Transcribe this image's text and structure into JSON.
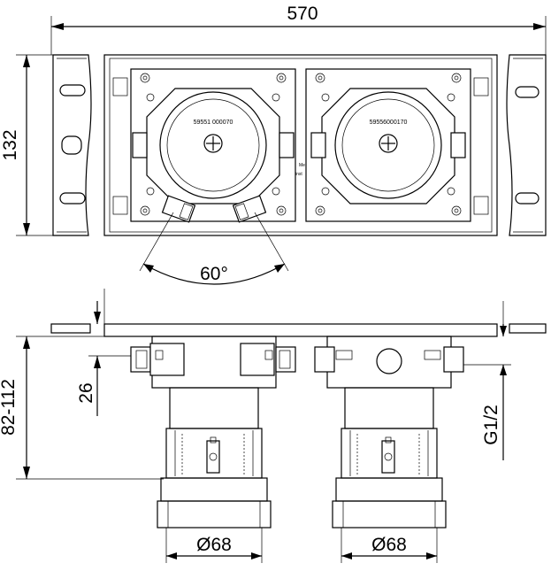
{
  "dimensions": {
    "overall_width": "570",
    "height_top": "132",
    "angle": "60°",
    "depth_range": "82-112",
    "offset": "26",
    "thread": "G1/2",
    "diameter_left": "Ø68",
    "diameter_right": "Ø68"
  },
  "labels": {
    "serial_left": "59551 000070",
    "serial_right": "59556000170"
  }
}
